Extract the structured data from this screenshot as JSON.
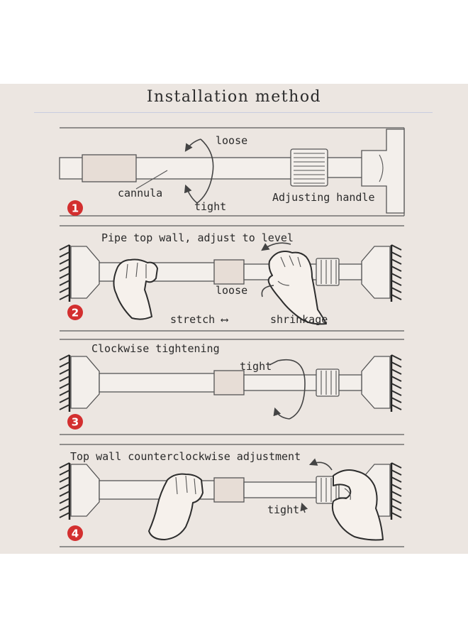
{
  "title": "Installation method",
  "colors": {
    "background": "#ece6e1",
    "step_badge": "#d32f2f",
    "line": "#555555"
  },
  "steps": [
    {
      "number": "1",
      "labels": {
        "loose": "loose",
        "cannula": "cannula",
        "tight": "tight",
        "adjusting_handle": "Adjusting handle"
      }
    },
    {
      "number": "2",
      "caption": "Pipe top wall, adjust to level",
      "labels": {
        "loose": "loose",
        "stretch": "stretch",
        "shrinkage": "shrinkage",
        "double_arrow": "⟷"
      }
    },
    {
      "number": "3",
      "caption": "Clockwise tightening",
      "labels": {
        "tight": "tight"
      }
    },
    {
      "number": "4",
      "caption": "Top wall counterclockwise adjustment",
      "labels": {
        "tight": "tight"
      }
    }
  ]
}
